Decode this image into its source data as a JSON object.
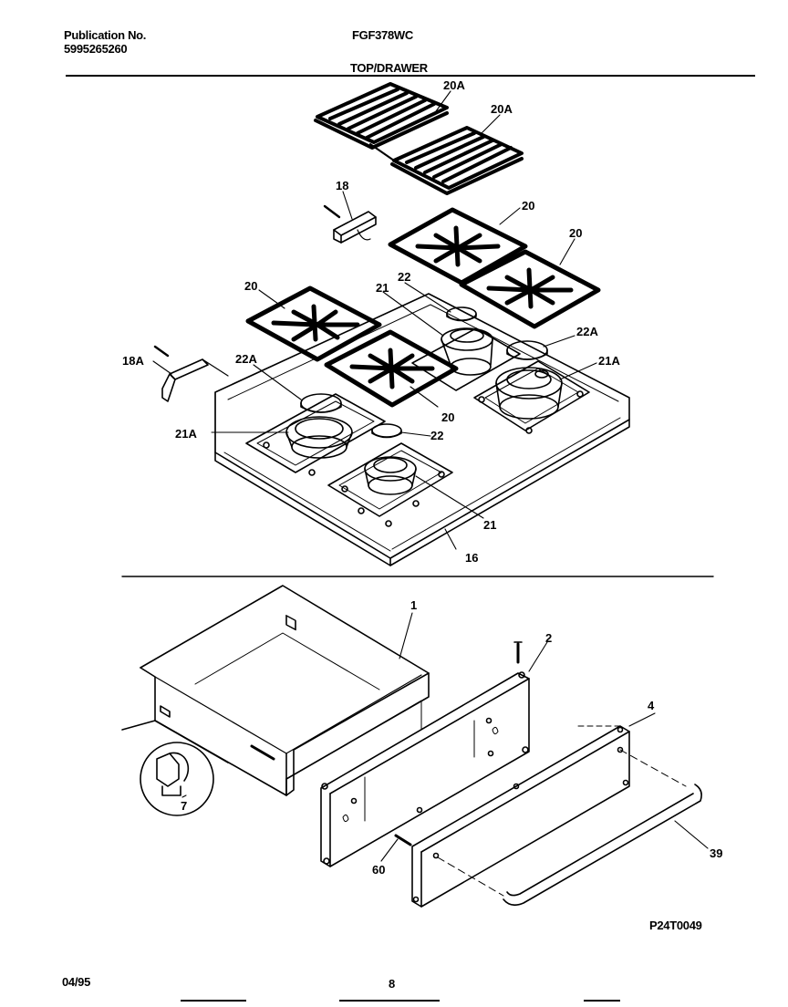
{
  "header": {
    "pub_label": "Publication No.",
    "pub_number": "5995265260",
    "model": "FGF378WC",
    "section": "TOP/DRAWER"
  },
  "footer": {
    "date": "04/95",
    "page": "8"
  },
  "figure_code": "P24T0049",
  "callouts": {
    "c20A_1": "20A",
    "c20A_2": "20A",
    "c18": "18",
    "c20_1": "20",
    "c20_2": "20",
    "c20_3": "20",
    "c20_4": "20",
    "c22_1": "22",
    "c21_1": "21",
    "c18A": "18A",
    "c22A_1": "22A",
    "c22A_2": "22A",
    "c21A_1": "21A",
    "c21A_2": "21A",
    "c22_2": "22",
    "c21_2": "21",
    "c16": "16",
    "c1": "1",
    "c2": "2",
    "c4": "4",
    "c7": "7",
    "c39": "39",
    "c60": "60"
  }
}
